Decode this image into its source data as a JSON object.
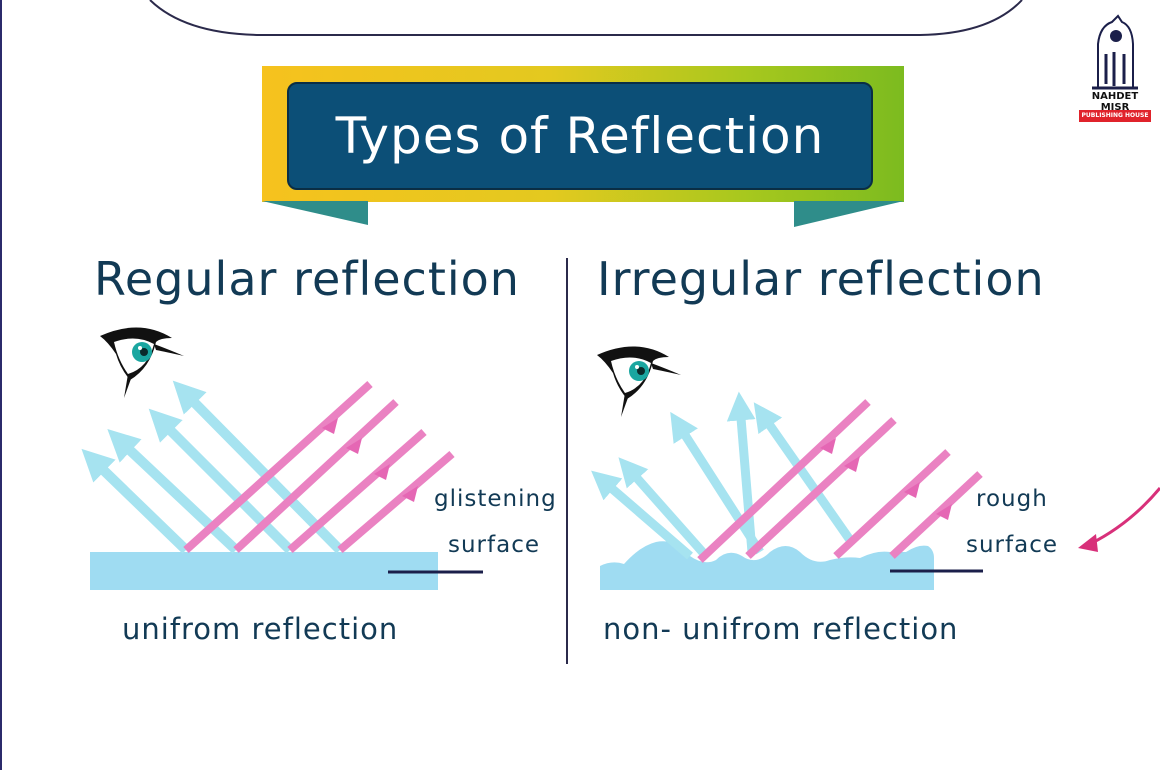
{
  "title": "Types of Reflection",
  "logo": {
    "name": "NAHDET MISR",
    "subtitle": "PUBLISHING HOUSE"
  },
  "regular": {
    "heading": "Regular reflection",
    "surface_label_line1": "glistening",
    "surface_label_line2": "surface",
    "caption": "unifrom reflection"
  },
  "irregular": {
    "heading": "Irregular reflection",
    "surface_label_line1": "rough",
    "surface_label_line2": "surface",
    "caption": "non- unifrom reflection"
  },
  "colors": {
    "title_box": "#0c4f77",
    "banner_left": "#f6c21e",
    "banner_right": "#7cbb1f",
    "ribbon": "#2f8d8a",
    "incident_ray": "#ea82c2",
    "reflected_ray": "#a6e3f0",
    "surface": "#9fdcf2",
    "text": "#123a55",
    "pointer_arrow": "#d8307a"
  },
  "icons": [
    "eye-icon",
    "curved-arrow-icon",
    "publisher-logo"
  ]
}
